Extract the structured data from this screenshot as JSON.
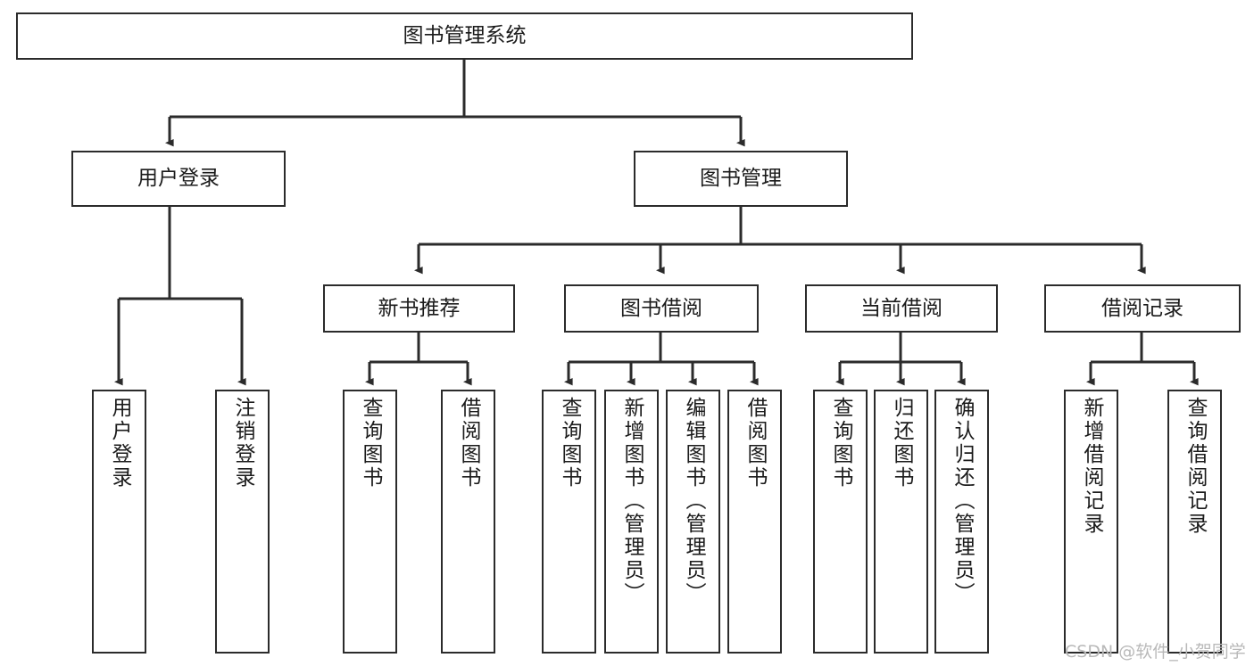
{
  "diagram": {
    "type": "tree-hierarchy",
    "title": "图书管理系统",
    "watermark": "CSDN @软件_小贺同学",
    "colors": {
      "stroke": "#2b2b2b",
      "fill": "#ffffff",
      "text": "#1b1b1b",
      "watermark": "#b9b9b9"
    },
    "nodes": {
      "root": {
        "label": "图书管理系统",
        "orientation": "horizontal"
      },
      "level2": [
        {
          "id": "user-login",
          "label": "用户登录",
          "orientation": "horizontal"
        },
        {
          "id": "book-manage",
          "label": "图书管理",
          "orientation": "horizontal"
        }
      ],
      "level3": [
        {
          "id": "new-book-recommend",
          "label": "新书推荐",
          "orientation": "horizontal"
        },
        {
          "id": "book-borrow",
          "label": "图书借阅",
          "orientation": "horizontal"
        },
        {
          "id": "current-borrow",
          "label": "当前借阅",
          "orientation": "horizontal"
        },
        {
          "id": "borrow-record",
          "label": "借阅记录",
          "orientation": "horizontal"
        }
      ],
      "leaves": [
        {
          "id": "leaf-user-login",
          "label": "用户登录",
          "parent": "user-login",
          "orientation": "vertical"
        },
        {
          "id": "leaf-logout",
          "label": "注销登录",
          "parent": "user-login",
          "orientation": "vertical"
        },
        {
          "id": "leaf-query-book-1",
          "label": "查询图书",
          "parent": "new-book-recommend",
          "orientation": "vertical"
        },
        {
          "id": "leaf-borrow-book-1",
          "label": "借阅图书",
          "parent": "new-book-recommend",
          "orientation": "vertical"
        },
        {
          "id": "leaf-query-book-2",
          "label": "查询图书",
          "parent": "book-borrow",
          "orientation": "vertical"
        },
        {
          "id": "leaf-add-book",
          "label": "新增图书（管理员）",
          "parent": "book-borrow",
          "orientation": "vertical"
        },
        {
          "id": "leaf-edit-book",
          "label": "编辑图书（管理员）",
          "parent": "book-borrow",
          "orientation": "vertical"
        },
        {
          "id": "leaf-borrow-book-2",
          "label": "借阅图书",
          "parent": "book-borrow",
          "orientation": "vertical"
        },
        {
          "id": "leaf-query-book-3",
          "label": "查询图书",
          "parent": "current-borrow",
          "orientation": "vertical"
        },
        {
          "id": "leaf-return-book",
          "label": "归还图书",
          "parent": "current-borrow",
          "orientation": "vertical"
        },
        {
          "id": "leaf-confirm-return",
          "label": "确认归还（管理员）",
          "parent": "current-borrow",
          "orientation": "vertical"
        },
        {
          "id": "leaf-add-record",
          "label": "新增借阅记录",
          "parent": "borrow-record",
          "orientation": "vertical"
        },
        {
          "id": "leaf-query-record",
          "label": "查询借阅记录",
          "parent": "borrow-record",
          "orientation": "vertical"
        }
      ]
    }
  }
}
